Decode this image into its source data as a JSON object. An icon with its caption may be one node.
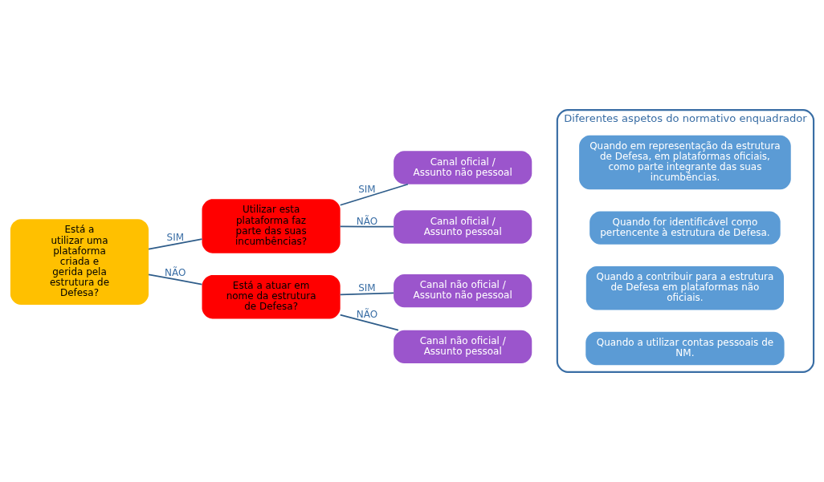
{
  "diagram": {
    "nodes": [
      {
        "text": [
          "Está a utilizar uma plataforma criada e gerida pela estrutura de Defesa?"
        ]
      },
      {
        "text": [
          "Utilizar esta plataforma faz parte das suas incumbências?"
        ]
      },
      {
        "text": [
          "Está a atuar em nome da estrutura de Defesa?"
        ]
      },
      {
        "text": [
          "Canal oficial / Assunto não pessoal"
        ]
      },
      {
        "text": [
          "Canal oficial / Assunto pessoal"
        ]
      },
      {
        "text": [
          "Canal não oficial / Assunto não pessoal"
        ]
      },
      {
        "text": [
          "Canal não oficial / Assunto pessoal"
        ]
      },
      {
        "text": [
          "Diferentes aspetos do normativo enquadrador"
        ]
      },
      {
        "text": [
          "Quando em representação da estrutura de Defesa, em plataformas oficiais, como parte integrante das suas incumbências."
        ],
        "in": 7
      },
      {
        "text": [
          "Quando for identificável como pertencente à estrutura de Defesa."
        ],
        "in": 7
      },
      {
        "text": [
          "Quando a contribuir para a estrutura de Defesa em plataformas não oficiais."
        ],
        "in": 7
      },
      {
        "text": [
          "Quando a utilizar contas pessoais de NM."
        ],
        "in": 7
      }
    ],
    "edges": [
      {
        "from": 0,
        "to": 1,
        "arrow": "none",
        "label": "SIM"
      },
      {
        "from": 0,
        "to": 2,
        "arrow": "none",
        "label": "NÃO"
      },
      {
        "from": 1,
        "to": 3,
        "arrow": "none",
        "label": "SIM"
      },
      {
        "from": 1,
        "to": 4,
        "arrow": "none",
        "label": "NÃO"
      },
      {
        "from": 2,
        "to": 5,
        "arrow": "none",
        "label": "SIM"
      },
      {
        "from": 2,
        "to": 6,
        "arrow": "none",
        "label": "NÃO"
      }
    ]
  }
}
